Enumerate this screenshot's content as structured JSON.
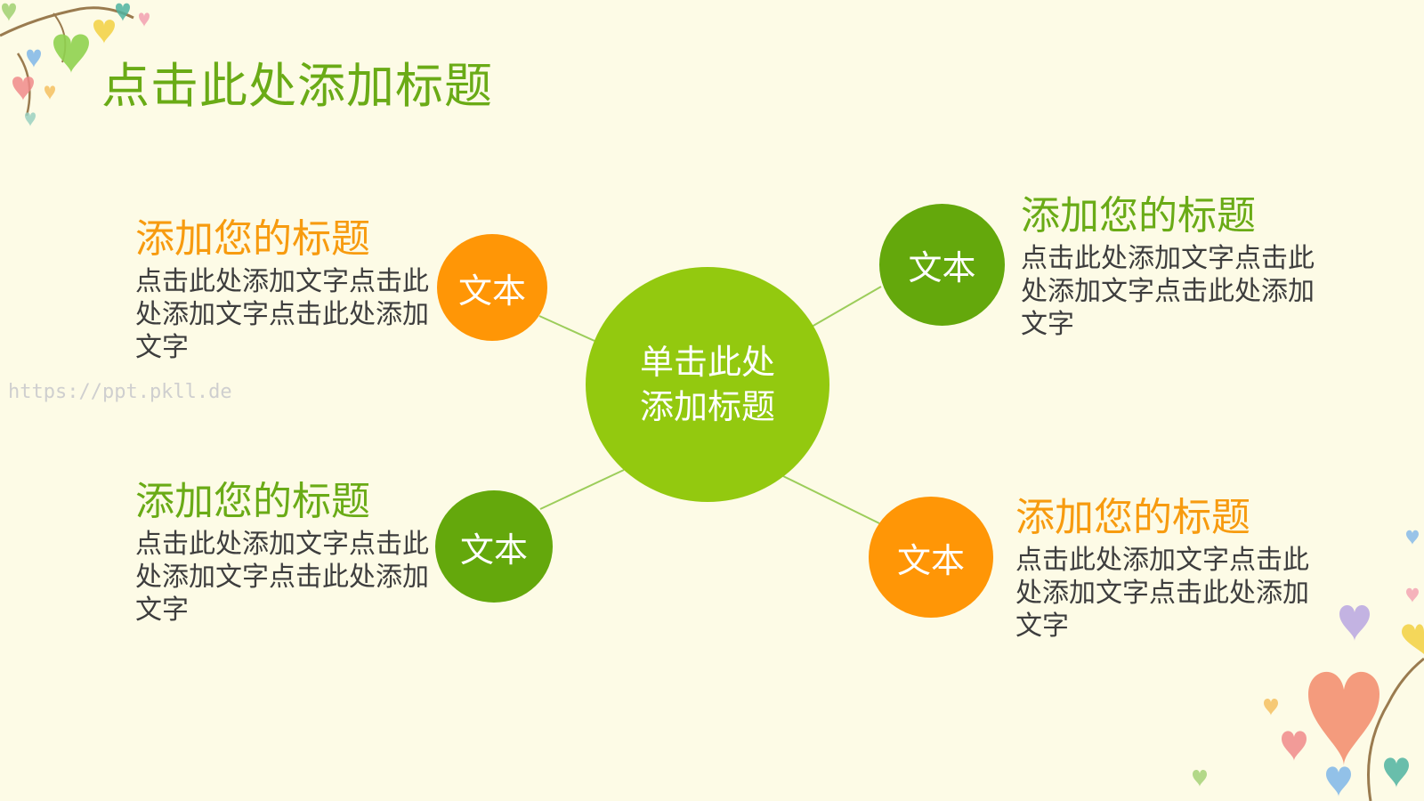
{
  "slide": {
    "title": "点击此处添加标题",
    "watermark": "https://ppt.pkll.de"
  },
  "diagram": {
    "center": {
      "line1": "单击此处",
      "line2": "添加标题"
    },
    "nodes": [
      {
        "id": "top-left",
        "label": "文本",
        "color": "#ff9606",
        "heading": "添加您的标题",
        "heading_color": "#f79b0f",
        "body": "点击此处添加文字点击此处添加文字点击此处添加文字"
      },
      {
        "id": "top-right",
        "label": "文本",
        "color": "#64a80c",
        "heading": "添加您的标题",
        "heading_color": "#6aab16",
        "body": "点击此处添加文字点击此处添加文字点击此处添加文字"
      },
      {
        "id": "bottom-left",
        "label": "文本",
        "color": "#64a80c",
        "heading": "添加您的标题",
        "heading_color": "#6aab16",
        "body": "点击此处添加文字点击此处添加文字点击此处添加文字"
      },
      {
        "id": "bottom-right",
        "label": "文本",
        "color": "#ff9606",
        "heading": "添加您的标题",
        "heading_color": "#f79b0f",
        "body": "点击此处添加文字点击此处添加文字点击此处添加文字"
      }
    ]
  },
  "colors": {
    "background": "#fdfbe6",
    "accent_green": "#93c90f",
    "dark_green": "#64a80c",
    "orange": "#ff9606",
    "connector": "#9ccd5a"
  },
  "decorations": [
    "heart-branch-top-left",
    "heart-cluster-bottom-right"
  ]
}
